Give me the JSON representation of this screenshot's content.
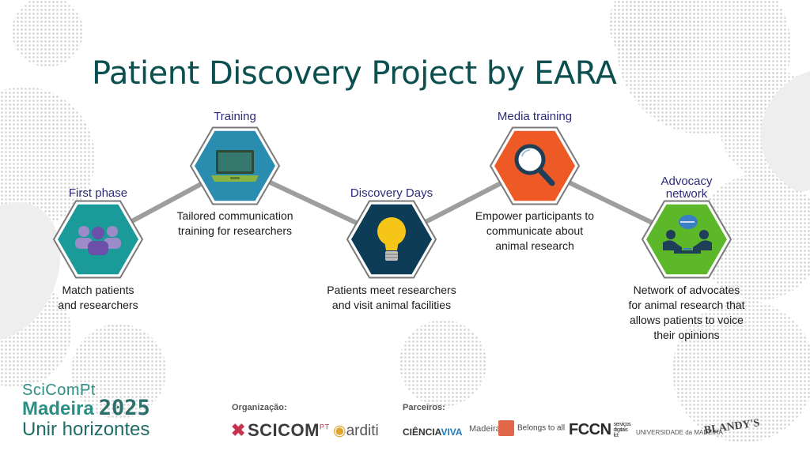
{
  "title": "Patient Discovery Project by EARA",
  "steps": [
    {
      "label": [
        "First phase"
      ],
      "desc": [
        "Match patients",
        "and researchers"
      ],
      "color": "#1b9a9a",
      "icon": "people-icon"
    },
    {
      "label": [
        "Training"
      ],
      "desc": [
        "Tailored communication",
        "training for researchers"
      ],
      "color": "#2a8db0",
      "icon": "laptop-icon"
    },
    {
      "label": [
        "Discovery Days"
      ],
      "desc": [
        "Patients meet researchers",
        "and visit animal facilities"
      ],
      "color": "#0d3c56",
      "icon": "lightbulb-icon"
    },
    {
      "label": [
        "Media training"
      ],
      "desc": [
        "Empower participants to",
        "communicate about",
        "animal research"
      ],
      "color": "#ee5a26",
      "icon": "magnifier-icon"
    },
    {
      "label": [
        "Advocacy",
        "network"
      ],
      "desc": [
        "Network of advocates",
        "for animal research that",
        "allows patients to voice",
        "their opinions"
      ],
      "color": "#5db829",
      "icon": "discussion-icon"
    }
  ],
  "footer": {
    "brand": {
      "line1": "SciComPt",
      "line2": "Madeira",
      "year": "2025",
      "line3": "Unir horizontes"
    },
    "organizacao_label": "Organização:",
    "parceiros_label": "Parceiros:",
    "logos": {
      "scicom": "SCICOM",
      "scicom_sup": "PT",
      "arditi": "arditi",
      "ciencia": "CIÊNCIA",
      "viva": "VIVA",
      "madeira": "Madeira",
      "belongs": "Belongs to all",
      "fccn": "FCCN",
      "fccn_sub": [
        "serviços",
        "digitais",
        "fct"
      ],
      "uma": "UNIVERSIDADE da MADEIRA",
      "blandy": "BLANDY'S"
    }
  },
  "colors": {
    "title": "#0b4f4f",
    "label": "#2e2a7a",
    "hex_border": "#7a7a7a",
    "connector": "#9e9e9e",
    "bg_blob": "#e8e8e8"
  }
}
